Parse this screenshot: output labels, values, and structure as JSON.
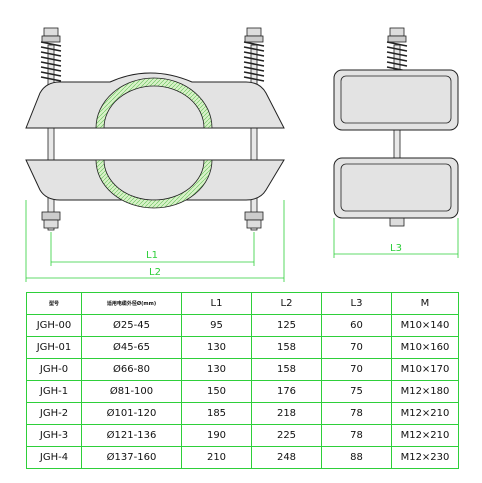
{
  "drawing": {
    "dimension_labels": {
      "l1": "L1",
      "l2": "L2",
      "l3": "L3"
    },
    "line_color": "#2ecf3a",
    "liner_color": "#c9ecb8"
  },
  "table": {
    "headers": [
      "型号",
      "适用电缆外径Ø(mm)",
      "L1",
      "L2",
      "L3",
      "M"
    ],
    "rows": [
      [
        "JGH-00",
        "Ø25-45",
        "95",
        "125",
        "60",
        "M10×140"
      ],
      [
        "JGH-01",
        "Ø45-65",
        "130",
        "158",
        "70",
        "M10×160"
      ],
      [
        "JGH-0",
        "Ø66-80",
        "130",
        "158",
        "70",
        "M10×170"
      ],
      [
        "JGH-1",
        "Ø81-100",
        "150",
        "176",
        "75",
        "M12×180"
      ],
      [
        "JGH-2",
        "Ø101-120",
        "185",
        "218",
        "78",
        "M12×210"
      ],
      [
        "JGH-3",
        "Ø121-136",
        "190",
        "225",
        "78",
        "M12×210"
      ],
      [
        "JGH-4",
        "Ø137-160",
        "210",
        "248",
        "88",
        "M12×230"
      ]
    ]
  }
}
